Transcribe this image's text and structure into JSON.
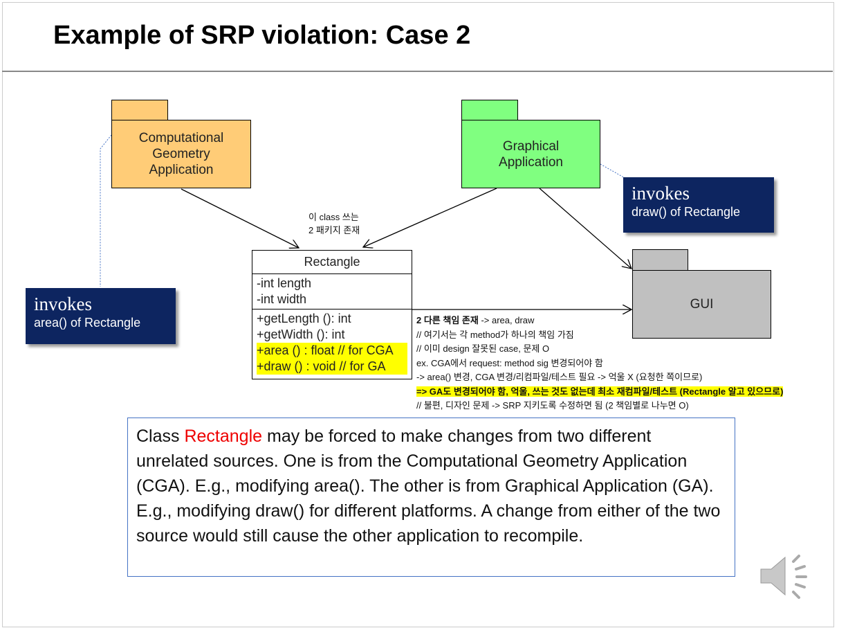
{
  "slide": {
    "title": "Example of SRP violation: Case 2"
  },
  "packages": {
    "cga": {
      "label": "Computational\nGeometry\nApplication",
      "color": "#ffcc77"
    },
    "ga": {
      "label": "Graphical\nApplication",
      "color": "#80ff80"
    },
    "gui": {
      "label": "GUI",
      "color": "#c0c0c0"
    }
  },
  "invokes_left": {
    "title": "invokes",
    "text": "area() of Rectangle"
  },
  "invokes_right": {
    "title": "invokes",
    "text": "draw() of Rectangle"
  },
  "class_note": [
    "이 class 쓰는",
    "2 패키지 존재"
  ],
  "rectangle": {
    "name": "Rectangle",
    "attributes": [
      "-int length",
      "-int width"
    ],
    "methods": [
      "+getLength (): int",
      "+getWidth (): int",
      "+area () : float // for CGA",
      "+draw () : void // for GA"
    ]
  },
  "notes": {
    "bold0": "2 다른 책임 존재 ",
    "line0": "-> area, draw",
    "lines": [
      "// 여기서는 각 method가 하나의 책임 가짐",
      "// 이미 design 잘못된 case, 문제 O",
      "ex. CGA에서 request: method sig 변경되어야 함",
      "-> area() 변경, CGA 변경/리컴파일/테스트 필요 -> 억울 X (요청한 쪽이므로)"
    ],
    "highlight": "=> GA도 변경되어야 함, 억울, 쓰는 것도 없는데 최소 재컴파일/테스트 (Rectangle 알고 있으므로)",
    "last": "// 불편, 디자인 문제 -> SRP 지키도록 수정하면 됨 (2 책임별로 나누면 O)"
  },
  "description": {
    "pre": "Class ",
    "highlight": "Rectangle",
    "post": " may be forced to make changes from two different unrelated sources. One is from the Computational Geometry Application (CGA). E.g., modifying area(). The other is from Graphical Application (GA). E.g., modifying draw() for different platforms. A change from either of the two source would still cause the other application to recompile."
  }
}
